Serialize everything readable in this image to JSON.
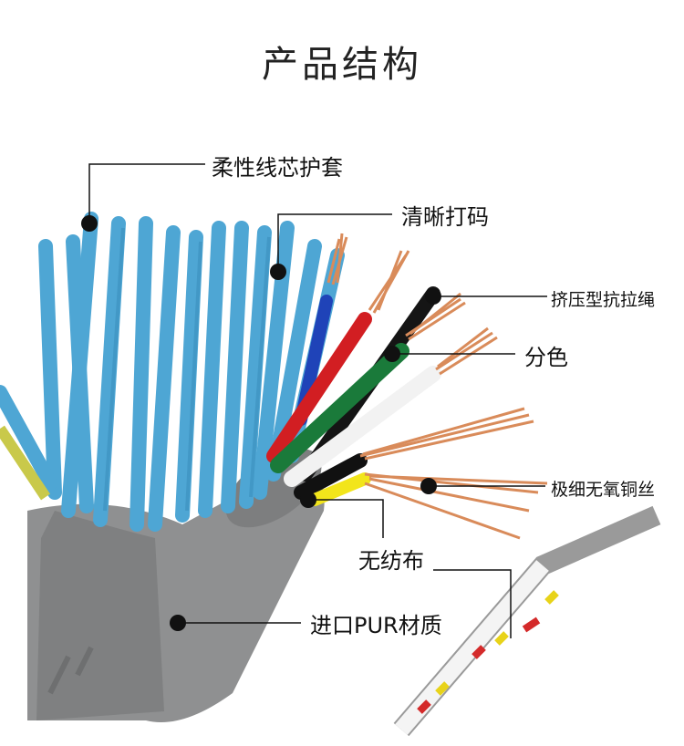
{
  "page": {
    "title": "产品结构"
  },
  "callouts": [
    {
      "id": "sheath",
      "text": "柔性线芯护套"
    },
    {
      "id": "marking",
      "text": "清晰打码"
    },
    {
      "id": "tensile",
      "text": "挤压型抗拉绳"
    },
    {
      "id": "color",
      "text": "分色"
    },
    {
      "id": "copper",
      "text": "极细无氧铜丝"
    },
    {
      "id": "nonwoven",
      "text": "无纺布"
    },
    {
      "id": "pur",
      "text": "进口PUR材质"
    }
  ],
  "colors": {
    "sheath_gray": "#8f9091",
    "blue_core": "#4ea6d4",
    "copper": "#d98b5a"
  }
}
